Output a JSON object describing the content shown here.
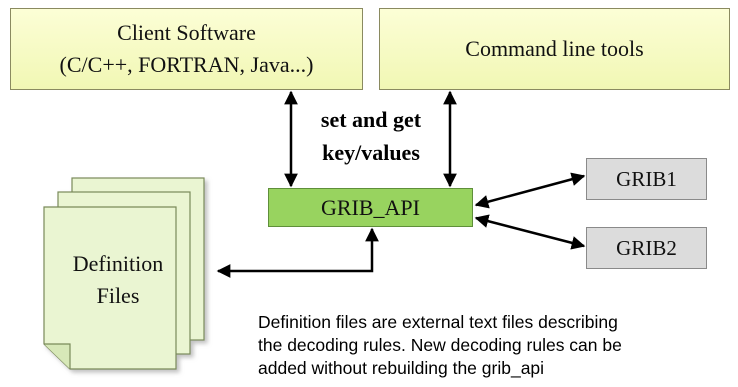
{
  "client_box": {
    "line1": "Client Software",
    "line2": "(C/C++, FORTRAN, Java...)"
  },
  "command_line_box": {
    "label": "Command line tools"
  },
  "center_label": {
    "line1": "set and get",
    "line2": "key/values"
  },
  "grib_api_box": {
    "label": "GRIB_API"
  },
  "grib1_box": {
    "label": "GRIB1"
  },
  "grib2_box": {
    "label": "GRIB2"
  },
  "definition_files": {
    "line1": "Definition",
    "line2": "Files"
  },
  "note": {
    "line1": "Definition files are external text files describing",
    "line2": "the decoding rules. New decoding rules can be",
    "line3": "added without rebuilding the grib_api"
  },
  "colors": {
    "yellow_fill": "#f4f8c0",
    "green_fill": "#98d35f",
    "grey_fill": "#dcdcdc",
    "file_fill": "#eaf5d2"
  }
}
